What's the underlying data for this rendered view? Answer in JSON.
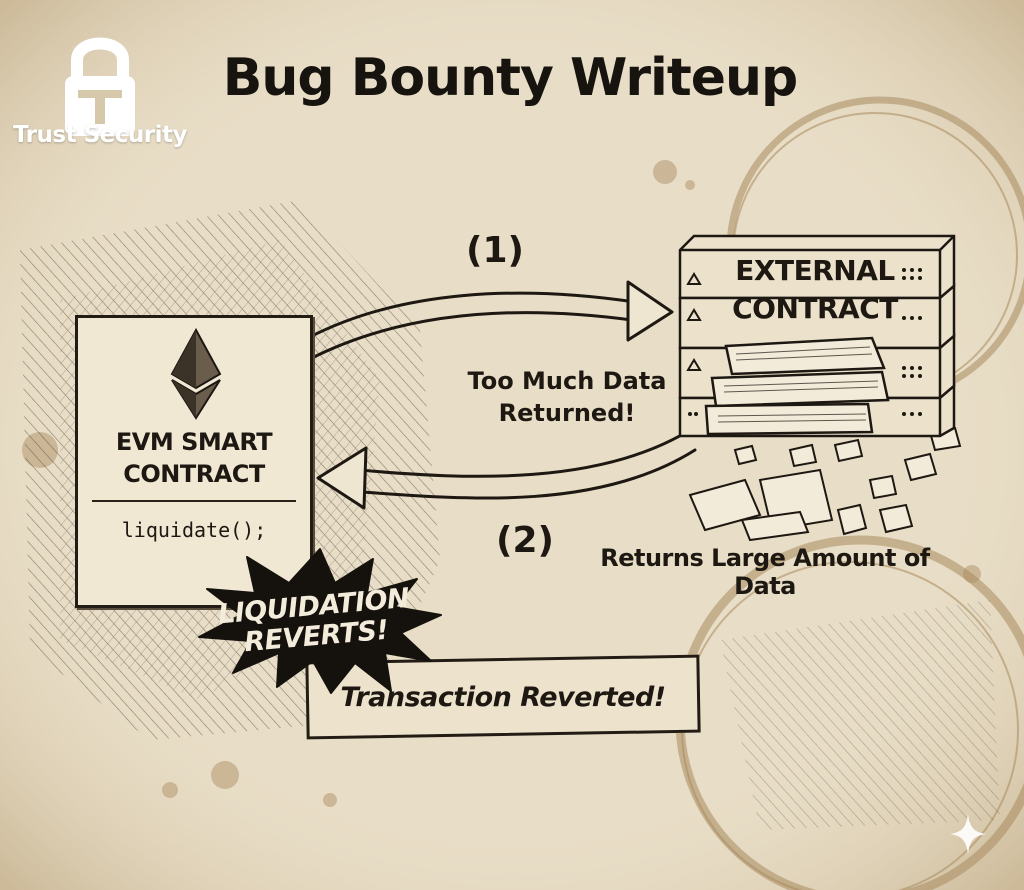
{
  "logo": {
    "label": "Trust Security",
    "icon": "padlock-t-icon"
  },
  "title": "Bug Bounty Writeup",
  "evm_contract": {
    "title_line1": "EVM SMART",
    "title_line2": "CONTRACT",
    "function": "liquidate();",
    "icon": "ethereum-icon"
  },
  "external_contract": {
    "line1": "EXTERNAL",
    "line2": "CONTRACT",
    "icon": "server-stack-icon"
  },
  "steps": {
    "step1": "(1)",
    "step2": "(2)"
  },
  "annotations": {
    "too_much_line1": "Too Much Data",
    "too_much_line2": "Returned!",
    "returns_large": "Returns Large Amount of Data"
  },
  "burst": {
    "line1": "LIQUIDATION",
    "line2": "REVERTS!"
  },
  "transaction": "Transaction Reverted!",
  "colors": {
    "paper": "#e7dcc4",
    "ink": "#1d1812",
    "stain": "#a88a5e",
    "burst": "#15120e"
  }
}
